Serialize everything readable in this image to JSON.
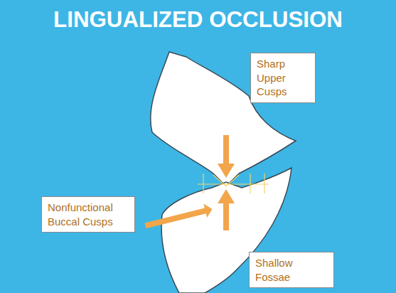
{
  "diagram": {
    "title": "LINGUALIZED OCCLUSION",
    "nodes": [
      {
        "text": [
          "Sharp Upper Cusps"
        ]
      },
      {
        "text": [
          "Nonfunctional Buccal Cusps"
        ]
      },
      {
        "text": [
          "Shallow Fossae"
        ]
      }
    ]
  }
}
